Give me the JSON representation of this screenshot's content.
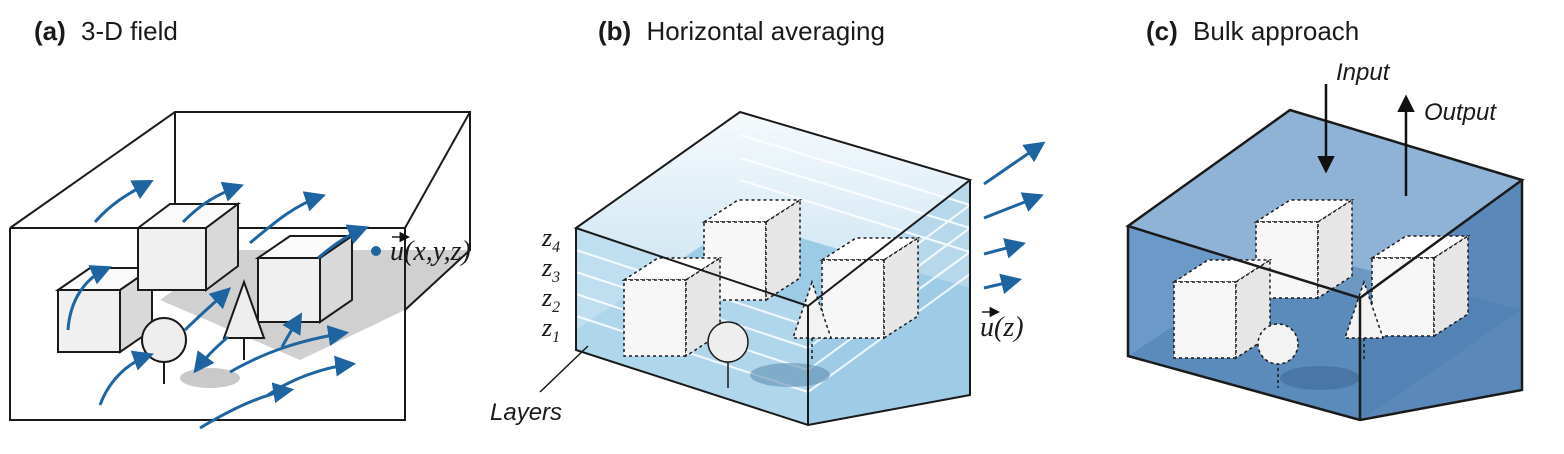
{
  "panels": [
    {
      "letter": "(a)",
      "title": "3-D field",
      "field_label": "u(x,y,z)"
    },
    {
      "letter": "(b)",
      "title": "Horizontal averaging",
      "layer_labels": [
        {
          "base": "z",
          "sub": "4"
        },
        {
          "base": "z",
          "sub": "3"
        },
        {
          "base": "z",
          "sub": "2"
        },
        {
          "base": "z",
          "sub": "1"
        }
      ],
      "layers_caption": "Layers",
      "profile_label": "u(z)"
    },
    {
      "letter": "(c)",
      "title": "Bulk approach",
      "input_label": "Input",
      "output_label": "Output"
    }
  ],
  "colors": {
    "arrow": "#1e64a0",
    "panel_b_water": "#8ec3e0",
    "panel_b_layer_top": "#d9ebf5",
    "panel_c_fill": "#5f8fbf",
    "panel_c_top": "#8fb3d6",
    "shadow": "#b8b8b8",
    "building": "#f2f2f2"
  }
}
